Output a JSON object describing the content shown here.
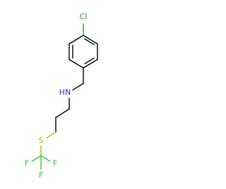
{
  "molecule": {
    "atoms": {
      "chlorine": {
        "symbol": "Cl",
        "color": "#1ea51e"
      },
      "amine": {
        "symbol": "HN",
        "color": "#2b2bd6"
      },
      "sulfur": {
        "symbol": "S",
        "color": "#c8b400"
      },
      "fluorine_left": {
        "symbol": "F",
        "color": "#33cc33"
      },
      "fluorine_right": {
        "symbol": "F",
        "color": "#33cc33"
      },
      "fluorine_bottom": {
        "symbol": "F",
        "color": "#33cc33"
      }
    },
    "bond_color": "#000000",
    "background": "#ffffff"
  }
}
